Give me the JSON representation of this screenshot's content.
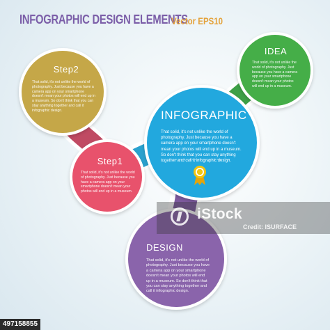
{
  "header": {
    "title": "INFOGRAPHIC DESIGN ELEMENTS",
    "subtitle": "Vector EPS10"
  },
  "colors": {
    "title": "#7b5ea8",
    "subtitle": "#e4a23a",
    "step2": "#c5a748",
    "step1": "#e8526c",
    "idea": "#45ae48",
    "infographic": "#22a8de",
    "design": "#8a64ab",
    "badge": "#f2c511"
  },
  "bubbles": {
    "step2": {
      "heading": "Step2",
      "body": "That solid, it's not unlike the world of photography. Just because you have a camera app on your smartphone doesn't mean your photos will end up in a museum. So don't think that you can stay anything together and call it infographic design."
    },
    "step1": {
      "heading": "Step1",
      "body": "That solid, it's not unlike the world of photography. Just because you have a camera app on your smartphone doesn't mean your photos will end up in a museum."
    },
    "idea": {
      "heading": "IDEA",
      "body": "That solid, it's not unlike the world of photography. Just because you have a camera app on your smartphone doesn't mean your photos will end up in a museum."
    },
    "infographic": {
      "heading": "INFOGRAPHIC",
      "body": "That solid, it's not unlike the world of photography. Just because you have a camera app on your smartphone doesn't mean your photos will end up in a museum. So don't think that you can stay anything together and call it infographic design.",
      "badge_icon": "award-ribbon-icon"
    },
    "design": {
      "heading": "DESIGN",
      "body": "That solid, it's not unlike the world of photography. Just because you have a camera app on your smartphone doesn't mean your photos will end up in a museum. So don't think that you can stay anything together and call it infographic design."
    }
  },
  "watermark": {
    "brand": "iStock",
    "credit": "Credit: ISURFACE"
  },
  "image_id": "497158855"
}
